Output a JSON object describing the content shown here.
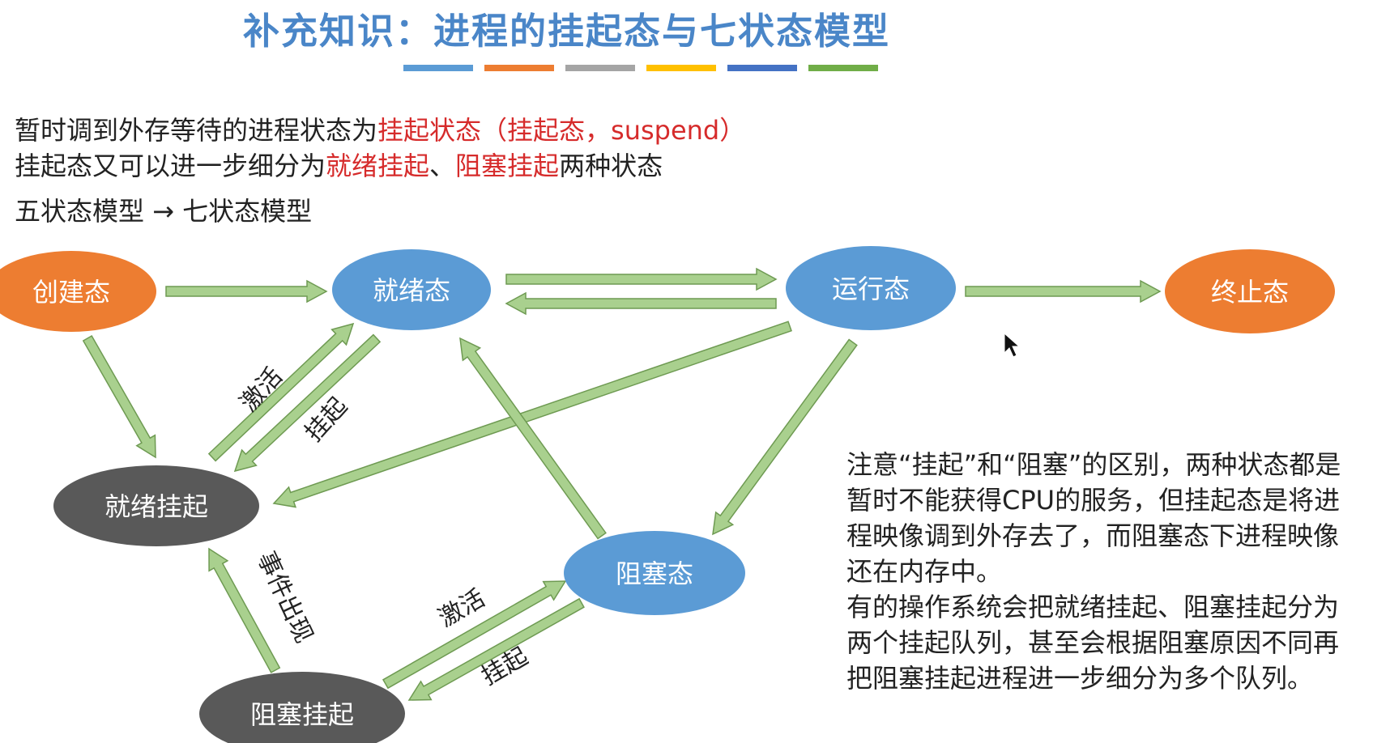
{
  "title": "补充知识：进程的挂起态与七状态模型",
  "colors": {
    "title": "#4a86c8",
    "highlight": "#d62b2b",
    "state_orange": "#ed7d31",
    "state_blue": "#5b9bd5",
    "state_gray": "#595959",
    "arrow_fill": "#a9d08e",
    "arrow_stroke": "#6e9a52",
    "bars": [
      "#5b9bd5",
      "#ed7d31",
      "#a5a5a5",
      "#ffc000",
      "#4472c4",
      "#70ad47"
    ]
  },
  "intro": {
    "line1": {
      "prefix": "暂时调到外存等待的进程状态为",
      "highlight": "挂起状态（挂起态，suspend）"
    },
    "line2": {
      "prefix": "挂起态又可以进一步细分为",
      "highlight1": "就绪挂起",
      "sep": "、",
      "highlight2": "阻塞挂起",
      "suffix": "两种状态"
    },
    "line3": "五状态模型 → 七状态模型"
  },
  "states": {
    "create": "创建态",
    "ready": "就绪态",
    "running": "运行态",
    "terminated": "终止态",
    "ready_suspend": "就绪挂起",
    "blocked": "阻塞态",
    "blocked_suspend": "阻塞挂起"
  },
  "edge_labels": {
    "activate_top": "激活",
    "suspend_top": "挂起",
    "event": "事件出现",
    "activate_bottom": "激活",
    "suspend_bottom": "挂起"
  },
  "note": {
    "p1": "注意“挂起”和“阻塞”的区别，两种状态都是暂时不能获得CPU的服务，但挂起态是将进程映像调到外存去了，而阻塞态下进程映像还在内存中。",
    "p2": "有的操作系统会把就绪挂起、阻塞挂起分为两个挂起队列，甚至会根据阻塞原因不同再把阻塞挂起进程进一步细分为多个队列。"
  }
}
